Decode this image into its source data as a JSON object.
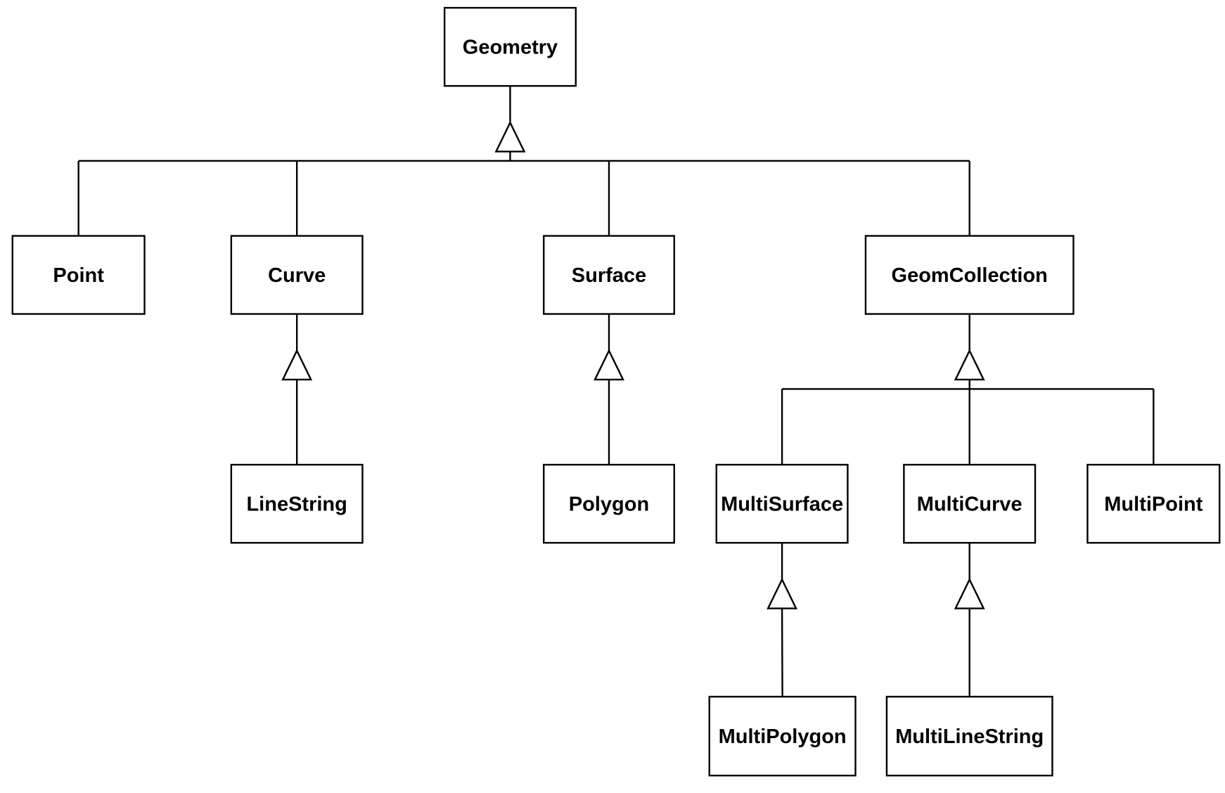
{
  "diagram": {
    "type": "uml-class-hierarchy",
    "nodes": [
      {
        "id": "geometry",
        "label": "Geometry"
      },
      {
        "id": "point",
        "label": "Point"
      },
      {
        "id": "curve",
        "label": "Curve"
      },
      {
        "id": "surface",
        "label": "Surface"
      },
      {
        "id": "geomcollection",
        "label": "GeomCollection"
      },
      {
        "id": "linestring",
        "label": "LineString"
      },
      {
        "id": "polygon",
        "label": "Polygon"
      },
      {
        "id": "multisurface",
        "label": "MultiSurface"
      },
      {
        "id": "multicurve",
        "label": "MultiCurve"
      },
      {
        "id": "multipoint",
        "label": "MultiPoint"
      },
      {
        "id": "multipolygon",
        "label": "MultiPolygon"
      },
      {
        "id": "multilinestring",
        "label": "MultiLineString"
      }
    ],
    "inheritance": [
      {
        "parent": "geometry",
        "children": [
          "point",
          "curve",
          "surface",
          "geomcollection"
        ]
      },
      {
        "parent": "curve",
        "children": [
          "linestring"
        ]
      },
      {
        "parent": "surface",
        "children": [
          "polygon"
        ]
      },
      {
        "parent": "geomcollection",
        "children": [
          "multisurface",
          "multicurve",
          "multipoint"
        ]
      },
      {
        "parent": "multisurface",
        "children": [
          "multipolygon"
        ]
      },
      {
        "parent": "multicurve",
        "children": [
          "multilinestring"
        ]
      }
    ]
  }
}
